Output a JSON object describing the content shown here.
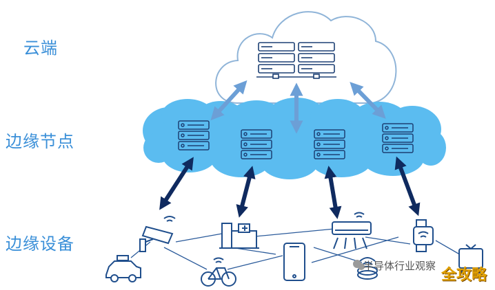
{
  "tiers": {
    "cloud": "云端",
    "edge_nodes": "边缘节点",
    "edge_devices": "边缘设备"
  },
  "watermark": "半导体行业观察",
  "badge": "全攻略",
  "colors": {
    "label_blue": "#3a8fd8",
    "cloud_outline": "#7aa6cf",
    "edge_cloud_fill": "#5bbcf0",
    "server_stroke": "#1c3f73",
    "light_arrow": "#6c9fd6",
    "dark_arrow": "#0f2a5f",
    "device_blue": "#1f4e8c"
  },
  "icons": {
    "central_server": "server-rack-icon",
    "edge_node": "server-icon",
    "devices": [
      "surveillance-camera-icon",
      "taxi-icon",
      "factory-icon",
      "bicycle-icon",
      "smartphone-icon",
      "air-conditioner-icon",
      "router-icon",
      "smartwatch-icon",
      "television-icon"
    ]
  }
}
